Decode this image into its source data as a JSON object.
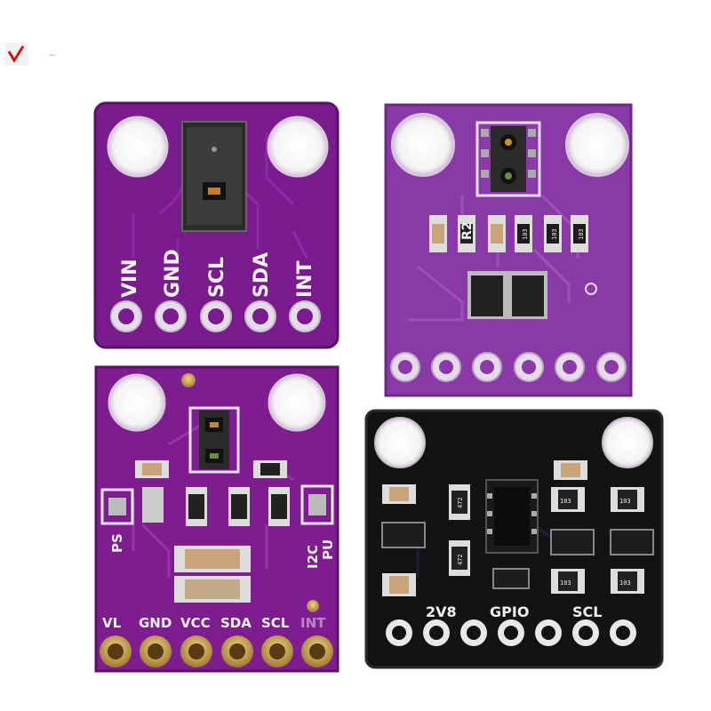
{
  "board_top_left": {
    "pins": [
      "VIN",
      "GND",
      "SCL",
      "SDA",
      "INT"
    ]
  },
  "board_top_right": {
    "component_labels": [
      "R2",
      "103",
      "103",
      "103"
    ]
  },
  "board_bottom_left": {
    "side_labels": [
      "PS",
      "I2C",
      "PU"
    ],
    "pins": [
      "VL",
      "GND",
      "VCC",
      "SDA",
      "SCL",
      "INT"
    ]
  },
  "board_bottom_right": {
    "labels": [
      "2V8",
      "GPIO",
      "SCL"
    ],
    "resistor_codes": [
      "472",
      "472",
      "103",
      "103",
      "103",
      "103"
    ]
  },
  "colors": {
    "purple_board": "#7a1a8c",
    "purple_dark": "#5c0f6b",
    "black_board": "#121212",
    "gold_pad": "#c9a24a"
  }
}
